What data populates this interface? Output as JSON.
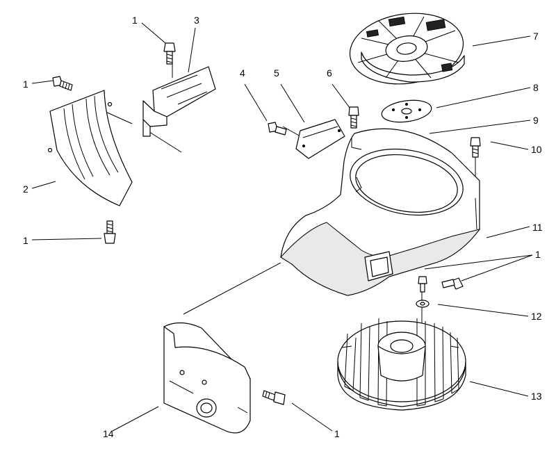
{
  "diagram": {
    "callouts": [
      {
        "id": "c1a",
        "text": "1"
      },
      {
        "id": "c3",
        "text": "3"
      },
      {
        "id": "c1b",
        "text": "1"
      },
      {
        "id": "c2",
        "text": "2"
      },
      {
        "id": "c1c",
        "text": "1"
      },
      {
        "id": "c4",
        "text": "4"
      },
      {
        "id": "c5",
        "text": "5"
      },
      {
        "id": "c6",
        "text": "6"
      },
      {
        "id": "c7",
        "text": "7"
      },
      {
        "id": "c8",
        "text": "8"
      },
      {
        "id": "c9",
        "text": "9"
      },
      {
        "id": "c10",
        "text": "10"
      },
      {
        "id": "c11",
        "text": "11"
      },
      {
        "id": "c1d",
        "text": "1"
      },
      {
        "id": "c12",
        "text": "12"
      },
      {
        "id": "c13",
        "text": "13"
      },
      {
        "id": "c14",
        "text": "14"
      },
      {
        "id": "c1e",
        "text": "1"
      }
    ]
  }
}
